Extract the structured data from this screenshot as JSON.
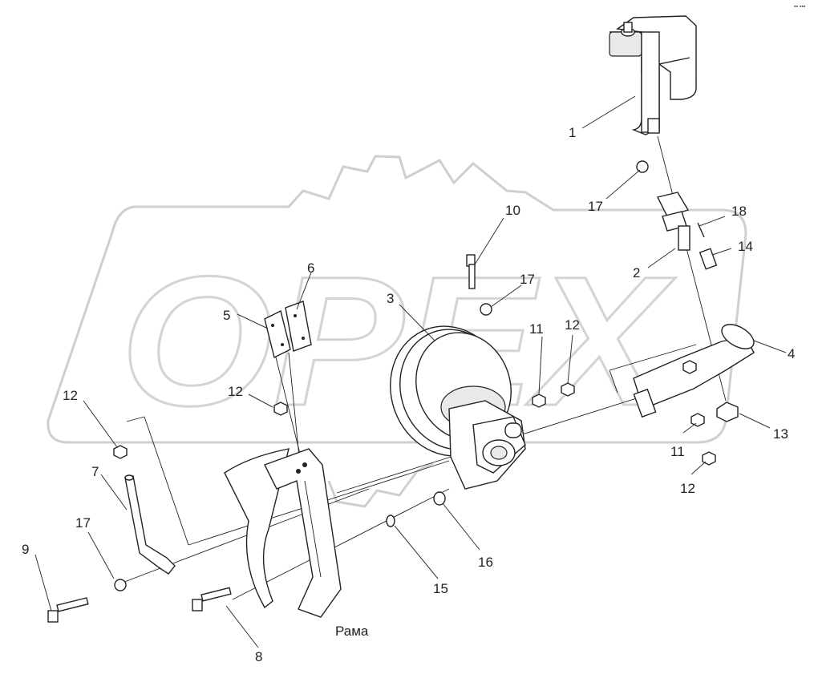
{
  "diagram": {
    "watermark_text": "ОРЕХ",
    "frame_label": "Рама",
    "corner_mark": "▪▪ ▪▪▪",
    "callouts": {
      "c1": "1",
      "c2": "2",
      "c3": "3",
      "c4": "4",
      "c5": "5",
      "c6": "6",
      "c7": "7",
      "c8": "8",
      "c9": "9",
      "c10": "10",
      "c11a": "11",
      "c11b": "11",
      "c12a": "12",
      "c12b": "12",
      "c12c": "12",
      "c12d": "12",
      "c13": "13",
      "c14": "14",
      "c15": "15",
      "c16": "16",
      "c17a": "17",
      "c17b": "17",
      "c17c": "17",
      "c18": "18"
    }
  }
}
